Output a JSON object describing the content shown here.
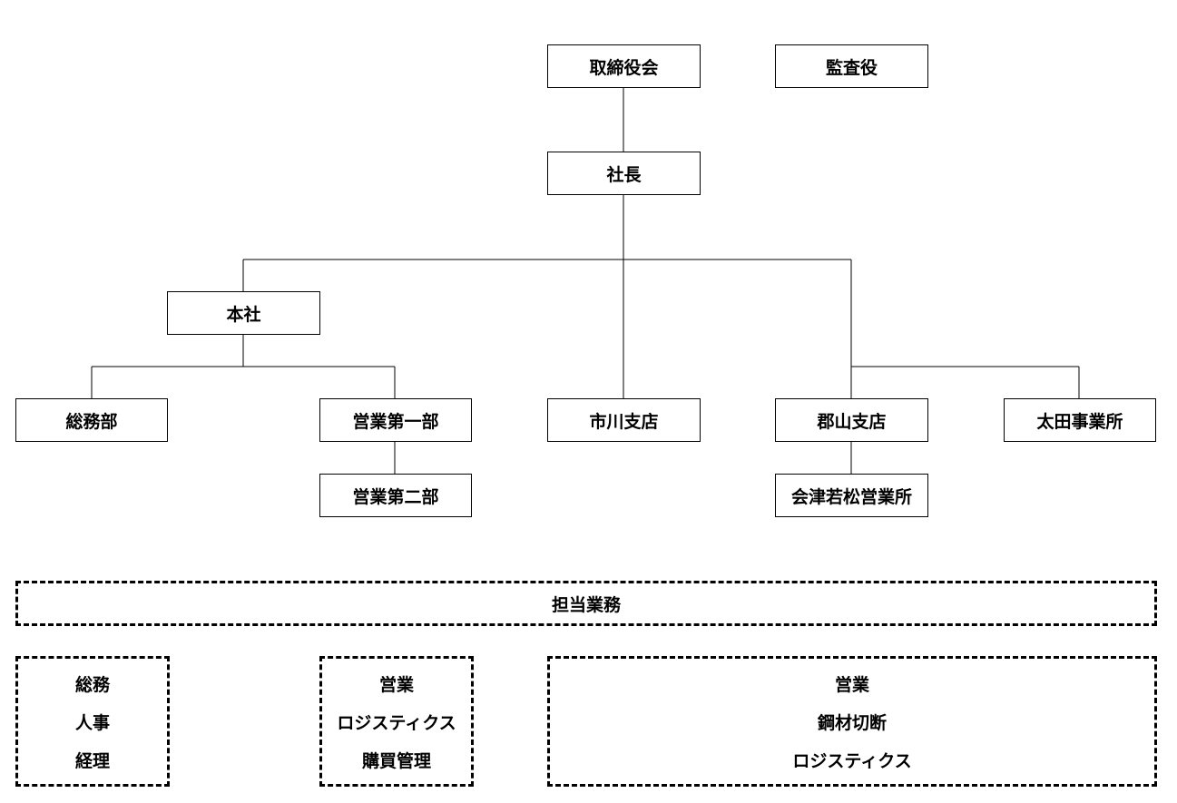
{
  "org": {
    "board": "取締役会",
    "auditor": "監査役",
    "president": "社長",
    "head_office": "本社",
    "general_affairs": "総務部",
    "sales_1": "営業第一部",
    "sales_2": "営業第二部",
    "ichikawa": "市川支店",
    "koriyama": "郡山支店",
    "ota": "太田事業所",
    "aizu": "会津若松営業所"
  },
  "duties": {
    "title": "担当業務",
    "head_office": [
      "総務",
      "人事",
      "経理"
    ],
    "sales": [
      "営業",
      "ロジスティクス",
      "購買管理"
    ],
    "branches": [
      "営業",
      "鋼材切断",
      "ロジスティクス"
    ]
  }
}
